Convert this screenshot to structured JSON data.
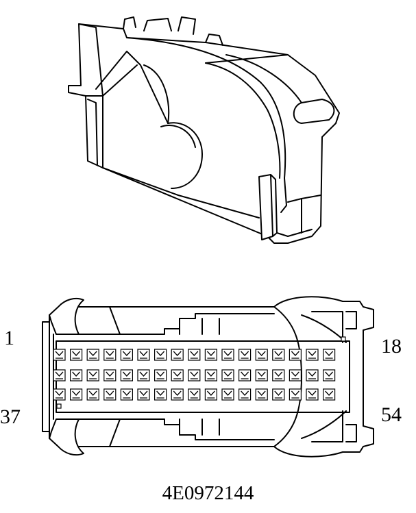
{
  "labels": {
    "pin_top_left": "1",
    "pin_top_right": "18",
    "pin_bottom_left": "37",
    "pin_bottom_right": "54",
    "part_number": "4E0972144"
  },
  "connector": {
    "rows": 3,
    "cavities_per_row": 17
  }
}
